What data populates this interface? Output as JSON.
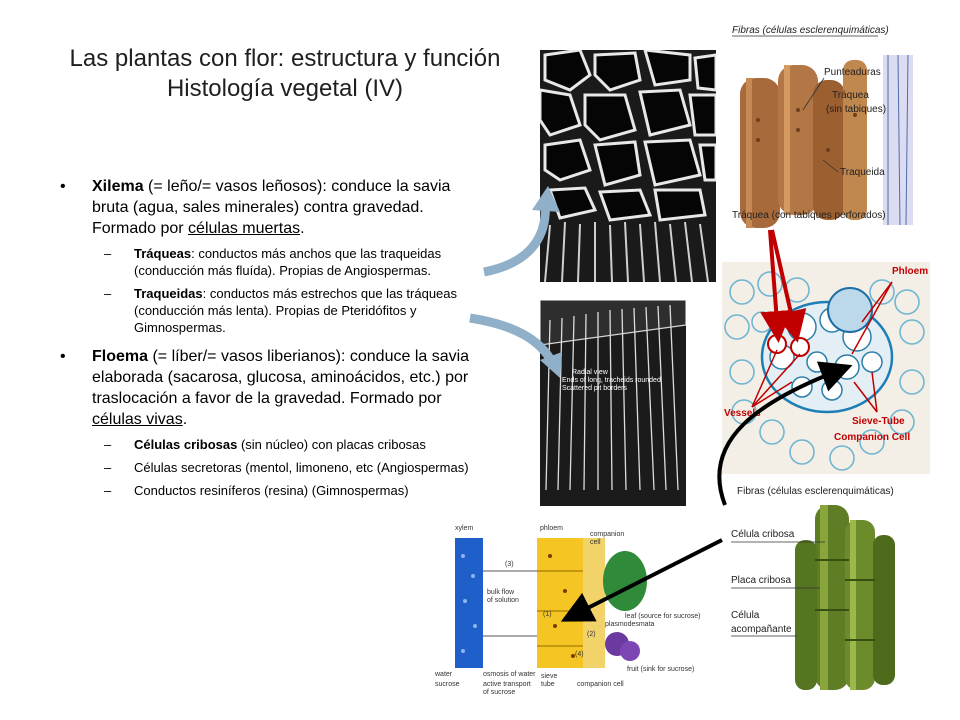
{
  "title": {
    "line1": "Las plantas con flor: estructura y función",
    "line2": "Histología vegetal (IV)"
  },
  "bullets": {
    "xilema": {
      "term": "Xilema",
      "text1": " (= leño/= vasos leñosos): conduce la savia bruta (agua, sales minerales) contra gravedad. Formado por ",
      "underlined": "células muertas",
      "text2": ".",
      "sub": [
        {
          "term": "Tráqueas",
          "text": ": conductos más anchos que las traqueidas (conducción más fluída). Propias de Angiospermas."
        },
        {
          "term": "Traqueidas",
          "text": ": conductos más estrechos que las tráqueas (conducción más lenta). Propias de Pteridófitos y Gimnospermas."
        }
      ]
    },
    "floema": {
      "term": "Floema",
      "text1": " (= líber/= vasos liberianos): conduce la savia elaborada (sacarosa, glucosa, aminoácidos, etc.) por traslocación a favor de la gravedad. Formado por ",
      "underlined": "células vivas",
      "text2": ".",
      "sub": [
        {
          "term": "Células cribosas",
          "text": " (sin núcleo) con placas cribosas"
        },
        {
          "term": "",
          "text": "Células secretoras (mentol, limoneno, etc (Angiospermas)"
        },
        {
          "term": "",
          "text": "Conductos resiníferos (resina) (Gimnospermas)"
        }
      ]
    }
  },
  "figures": {
    "xylem_diagram": {
      "labels": [
        "Fibras (células esclerenquimáticas)",
        "Punteaduras",
        "Tráquea",
        "(sin tabiques)",
        "Traqueida",
        "Tráquea (con tabiques perforados)"
      ]
    },
    "micro_section": {
      "labels": [
        "Phloem",
        "Vessels",
        "Sieve-Tube",
        "Companion Cell"
      ]
    },
    "sem_bottom": {
      "caption": [
        "Radial view",
        "Ends of long, tracheids rounded",
        "Scattered pit borders"
      ]
    },
    "phloem_diagram": {
      "labels": [
        "Fibras (células esclerenquimáticas)",
        "Célula cribosa",
        "Placa cribosa",
        "Célula",
        "acompañante"
      ]
    },
    "transport_diagram": {
      "labels": [
        "xylem",
        "phloem",
        "companion",
        "cell",
        "(3)",
        "(1)",
        "(2)",
        "(4)",
        "bulk flow",
        "of solution",
        "leaf (source for sucrose)",
        "plasmodesmata",
        "fruit (sink for sucrose)",
        "sieve",
        "tube",
        "companion cell",
        "water",
        "sucrose",
        "osmosis of water",
        "active transport",
        "of sucrose"
      ]
    }
  },
  "colors": {
    "arrow_light": "#8fb0c8",
    "arrow_dark": "#000000",
    "arrow_red": "#c00000",
    "title": "#1f1f1f"
  }
}
